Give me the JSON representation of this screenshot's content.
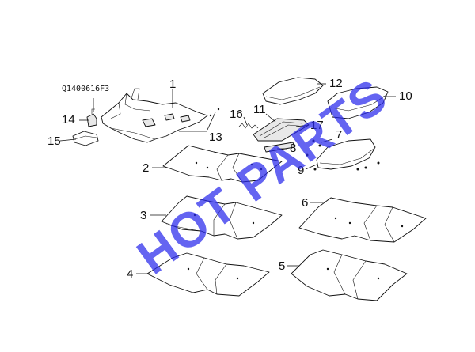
{
  "reference_code": "Q1400616F3",
  "callouts": {
    "n1": "1",
    "n2": "2",
    "n3": "3",
    "n4": "4",
    "n5": "5",
    "n6": "6",
    "n7": "7",
    "n8": "8",
    "n9": "9",
    "n10": "10",
    "n11": "11",
    "n12": "12",
    "n13": "13",
    "n14": "14",
    "n15": "15",
    "n16": "16",
    "n17": "17"
  },
  "watermark": "HOT PARTS",
  "colors": {
    "line": "#111111",
    "watermark": "#2828eb",
    "background": "#ffffff"
  }
}
